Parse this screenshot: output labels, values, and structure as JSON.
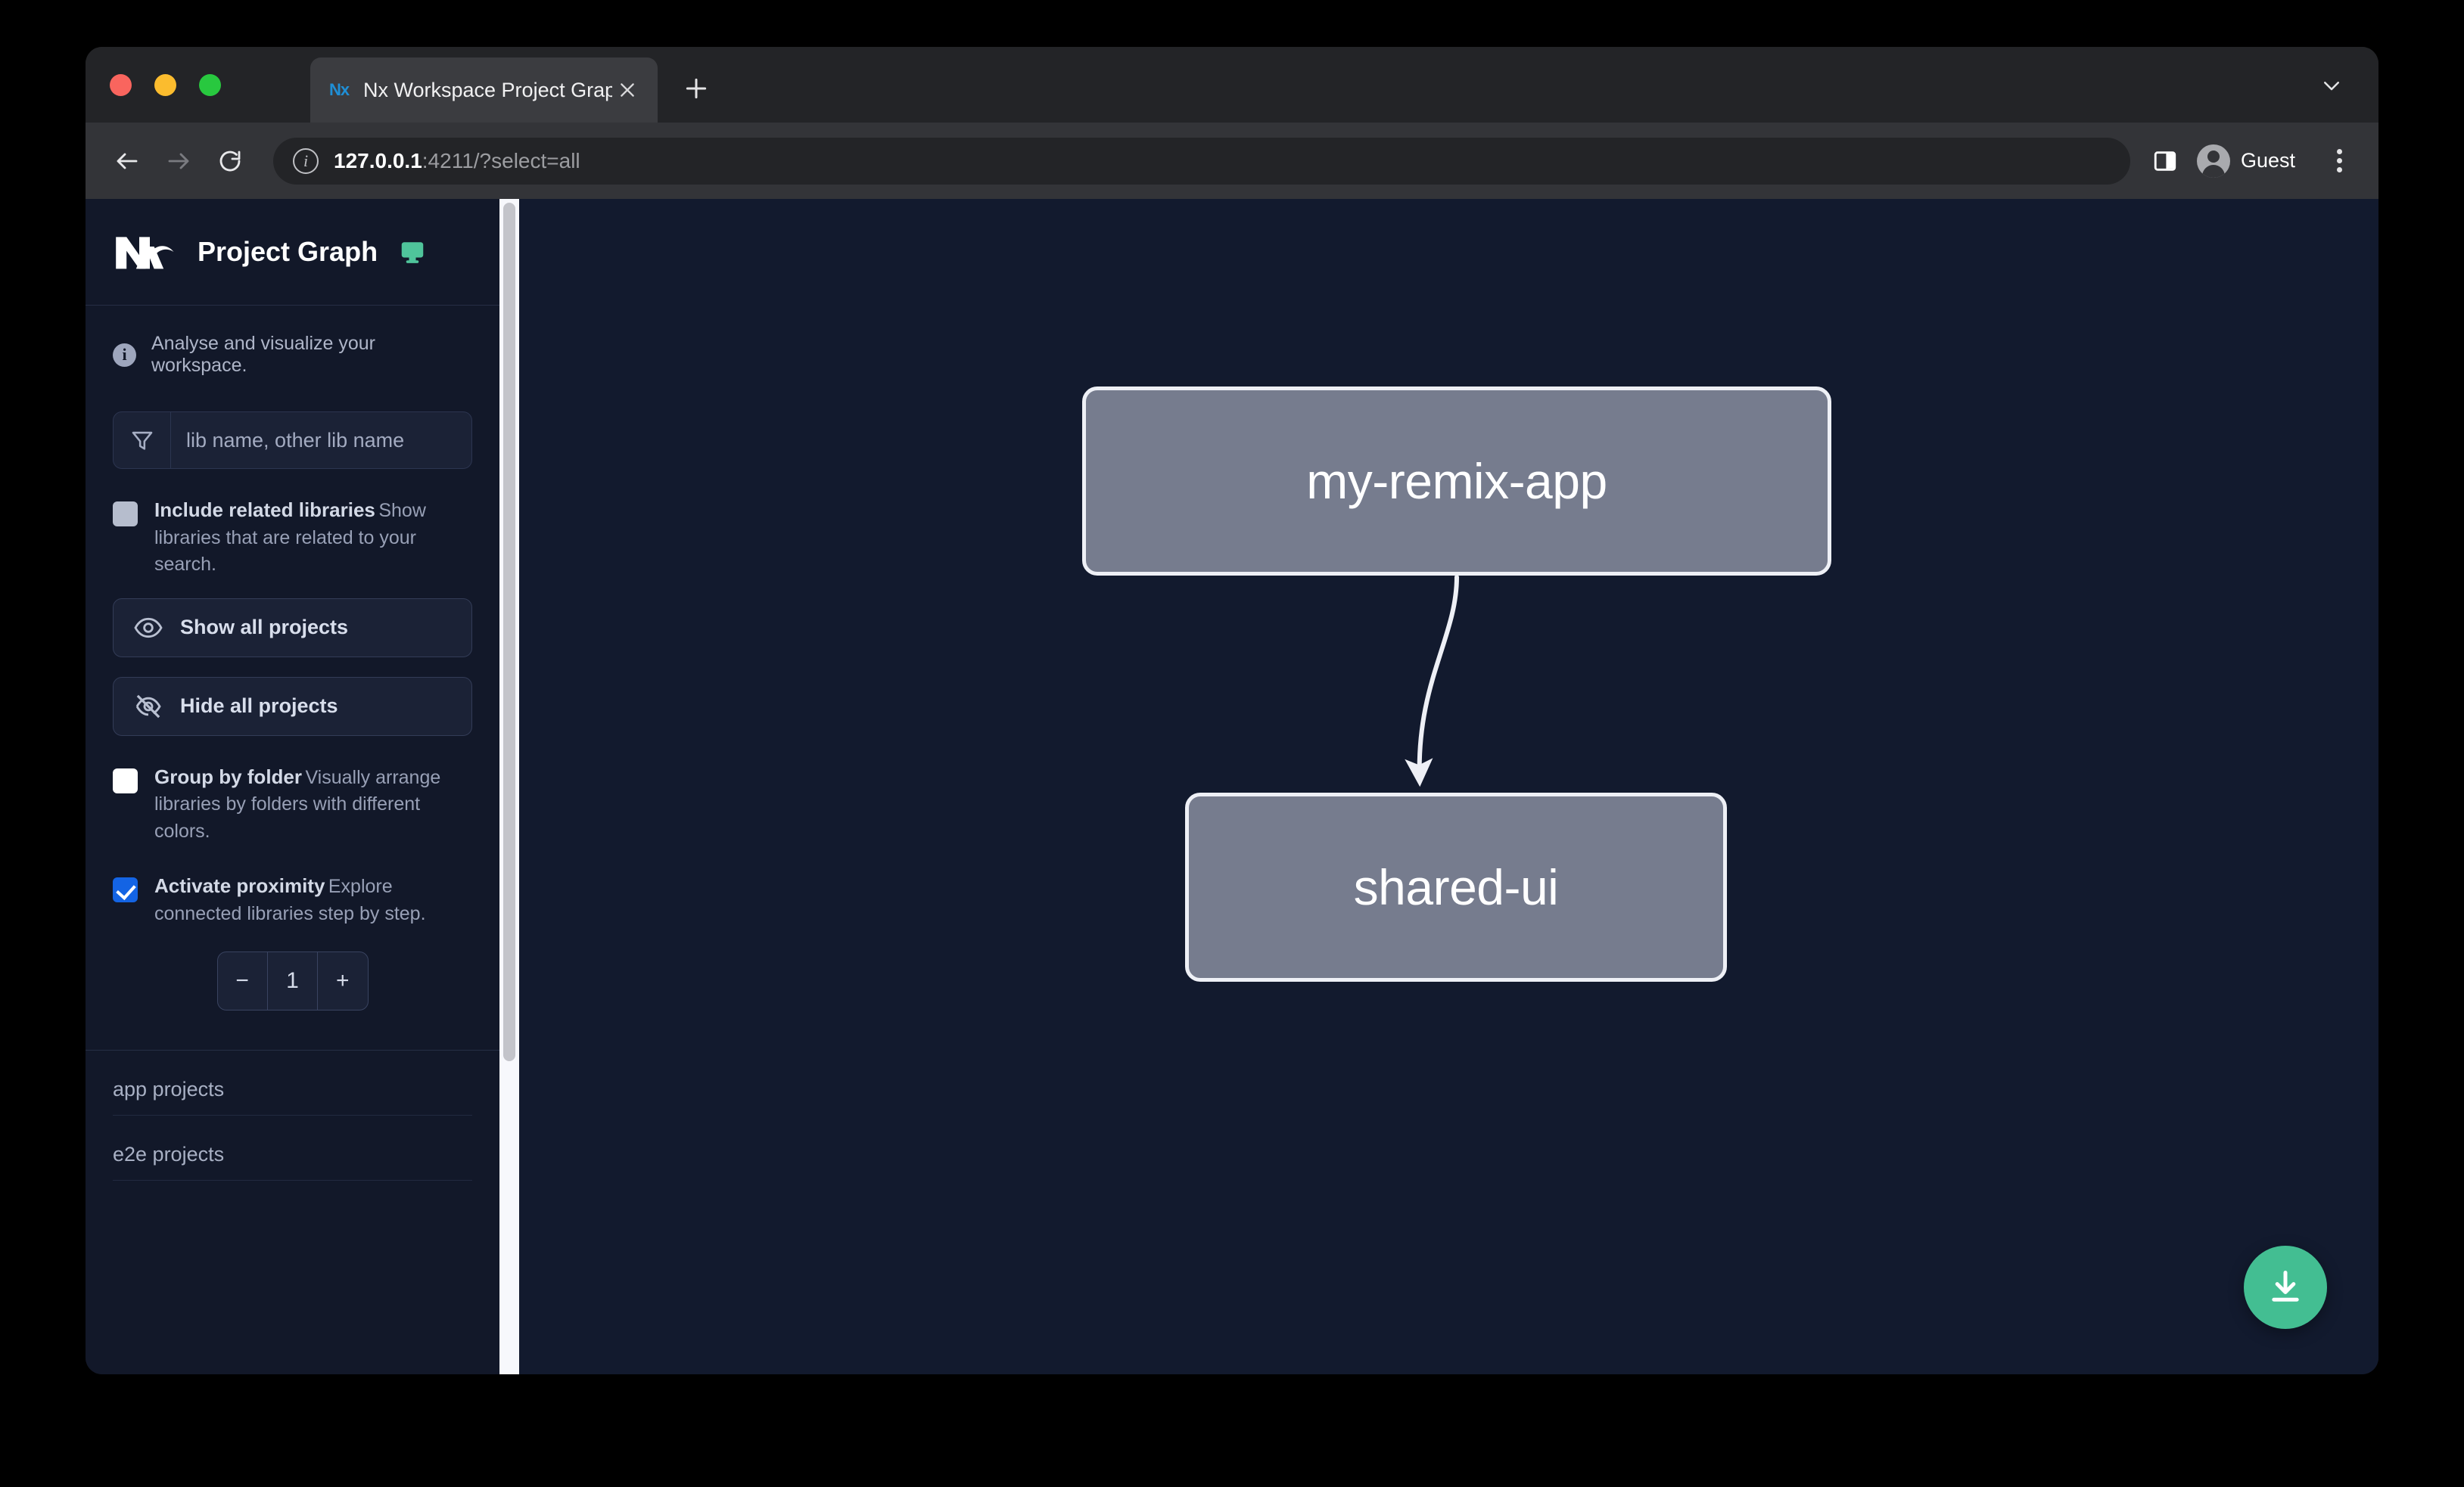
{
  "browser": {
    "tab": {
      "title": "Nx Workspace Project Graph",
      "favicon_label": "Nx",
      "favicon_icon": "nx-favicon-icon",
      "close_icon": "close-icon"
    },
    "new_tab_icon": "plus-icon",
    "tabstrip_chevron_icon": "chevron-down-icon",
    "nav": {
      "back_icon": "arrow-left-icon",
      "forward_icon": "arrow-right-icon",
      "reload_icon": "reload-icon"
    },
    "omnibox": {
      "info_icon": "info-circle-icon",
      "url_host": "127.0.0.1",
      "url_rest": ":4211/?select=all"
    },
    "side_panel_icon": "side-panel-icon",
    "profile": {
      "avatar_icon": "avatar-icon",
      "name": "Guest"
    },
    "menu_icon": "kebab-menu-icon"
  },
  "sidebar": {
    "logo_icon": "nx-logo-icon",
    "title": "Project Graph",
    "monitor_icon": "monitor-icon",
    "info_icon": "info-icon",
    "tagline": "Analyse and visualize your workspace.",
    "filter": {
      "icon": "filter-funnel-icon",
      "placeholder": "lib name, other lib name",
      "value": ""
    },
    "checkboxes": [
      {
        "id": "include-related-libraries",
        "label": "Include related libraries",
        "description": "Show libraries that are related to your search.",
        "state": "muted"
      },
      {
        "id": "group-by-folder",
        "label": "Group by folder",
        "description": "Visually arrange libraries by folders with different colors.",
        "state": "unchecked"
      },
      {
        "id": "activate-proximity",
        "label": "Activate proximity",
        "description": "Explore connected libraries step by step.",
        "state": "checked"
      }
    ],
    "buttons": [
      {
        "id": "show-all-projects",
        "label": "Show all projects",
        "icon": "eye-icon"
      },
      {
        "id": "hide-all-projects",
        "label": "Hide all projects",
        "icon": "eye-slash-icon"
      }
    ],
    "stepper": {
      "decrement_label": "−",
      "value": "1",
      "increment_label": "+"
    },
    "sections": [
      {
        "id": "app-projects",
        "label": "app projects"
      },
      {
        "id": "e2e-projects",
        "label": "e2e projects"
      }
    ]
  },
  "graph": {
    "nodes": [
      {
        "id": "my-remix-app",
        "label": "my-remix-app"
      },
      {
        "id": "shared-ui",
        "label": "shared-ui"
      }
    ],
    "edges": [
      {
        "from": "my-remix-app",
        "to": "shared-ui"
      }
    ],
    "download_button": {
      "icon": "download-icon",
      "color": "#43BE92"
    }
  },
  "colors": {
    "canvas_background": "#121A2E",
    "sidebar_background": "#121829",
    "node_fill": "#767C8E",
    "node_border": "#EEF0F6",
    "accent_green": "#4FC49B",
    "checkbox_checked": "#1464E4"
  }
}
